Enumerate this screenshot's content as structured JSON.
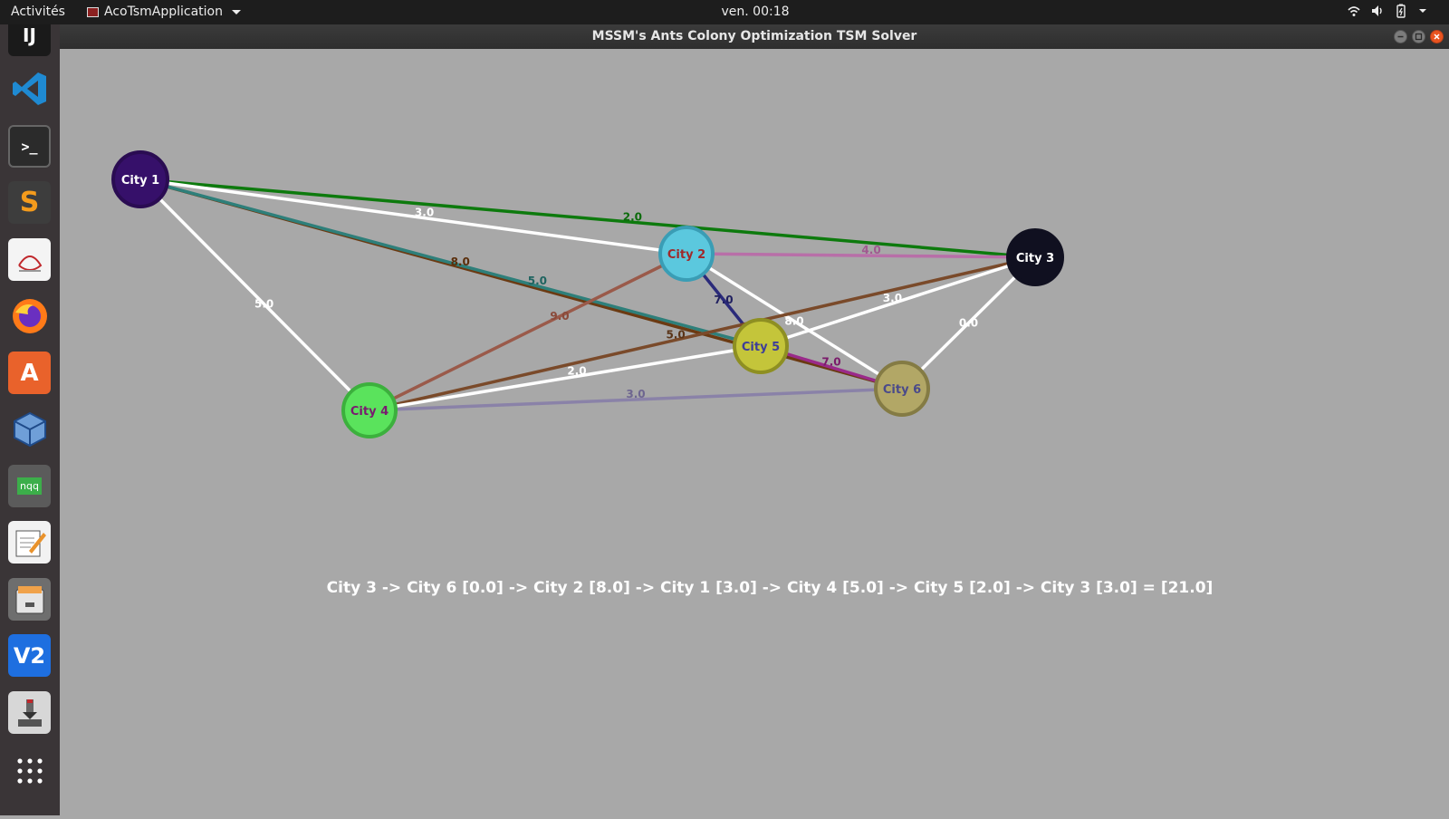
{
  "topbar": {
    "activities": "Activités",
    "app_name": "AcoTsmApplication",
    "clock": "ven. 00:18"
  },
  "window": {
    "title": "MSSM's Ants Colony Optimization TSM Solver"
  },
  "dock": {
    "items": [
      "intellij-icon",
      "vscode-icon",
      "terminal-icon",
      "sublime-text-icon",
      "pdf-viewer-icon",
      "firefox-icon",
      "software-center-icon",
      "virtualbox-icon",
      "notepadqq-icon",
      "text-editor-icon",
      "files-archive-icon",
      "vnc-viewer-icon",
      "usb-creator-icon",
      "show-apps-icon"
    ]
  },
  "graph": {
    "cities": [
      {
        "id": "c1",
        "label": "City 1",
        "fill": "#36106a",
        "stroke": "#2a0c52",
        "text_color": "#ffffff"
      },
      {
        "id": "c2",
        "label": "City 2",
        "fill": "#5bc8de",
        "stroke": "#3a9db5",
        "text_color": "#a0292a"
      },
      {
        "id": "c3",
        "label": "City 3",
        "fill": "#101020",
        "stroke": "#101020",
        "text_color": "#ffffff"
      },
      {
        "id": "c4",
        "label": "City 4",
        "fill": "#5ae35c",
        "stroke": "#3cb03d",
        "text_color": "#7a1a70"
      },
      {
        "id": "c5",
        "label": "City 5",
        "fill": "#c4c53a",
        "stroke": "#8e8f22",
        "text_color": "#3d3d9a"
      },
      {
        "id": "c6",
        "label": "City 6",
        "fill": "#b2a766",
        "stroke": "#847b44",
        "text_color": "#4a4a8a"
      }
    ],
    "edges": [
      {
        "from": "c1",
        "to": "c3",
        "weight": "2.0",
        "color": "#0d7a0d",
        "label_color": "#0b6b0b"
      },
      {
        "from": "c1",
        "to": "c2",
        "weight": "3.0",
        "color": "#ffffff",
        "label_color": "#ffffff"
      },
      {
        "from": "c1",
        "to": "c6",
        "weight": "8.0",
        "color": "#6b3a12",
        "label_color": "#5a2e0a"
      },
      {
        "from": "c1",
        "to": "c5",
        "weight": "5.0",
        "color": "#2e7f7a",
        "label_color": "#1f6460"
      },
      {
        "from": "c1",
        "to": "c4",
        "weight": "5.0",
        "color": "#ffffff",
        "label_color": "#ffffff"
      },
      {
        "from": "c2",
        "to": "c3",
        "weight": "4.0",
        "color": "#b86fa8",
        "label_color": "#a05a90"
      },
      {
        "from": "c2",
        "to": "c4",
        "weight": "9.0",
        "color": "#9a5a4a",
        "label_color": "#8a4a3a"
      },
      {
        "from": "c2",
        "to": "c5",
        "weight": "7.0",
        "color": "#2a2a7a",
        "label_color": "#202060"
      },
      {
        "from": "c2",
        "to": "c6",
        "weight": "8.0",
        "color": "#ffffff",
        "label_color": "#ffffff"
      },
      {
        "from": "c3",
        "to": "c4",
        "weight": "5.0",
        "color": "#7a4a2a",
        "label_color": "#5a3418"
      },
      {
        "from": "c3",
        "to": "c5",
        "weight": "3.0",
        "color": "#ffffff",
        "label_color": "#ffffff"
      },
      {
        "from": "c3",
        "to": "c6",
        "weight": "0.0",
        "color": "#ffffff",
        "label_color": "#ffffff"
      },
      {
        "from": "c4",
        "to": "c5",
        "weight": "2.0",
        "color": "#ffffff",
        "label_color": "#ffffff"
      },
      {
        "from": "c4",
        "to": "c6",
        "weight": "3.0",
        "color": "#8a82a8",
        "label_color": "#6e6690"
      },
      {
        "from": "c5",
        "to": "c6",
        "weight": "7.0",
        "color": "#9a2a8a",
        "label_color": "#7a1a6a"
      }
    ]
  },
  "route": {
    "text": "City 3 -> City 6 [0.0] -> City 2 [8.0] -> City 1 [3.0] -> City 4 [5.0] -> City 5 [2.0] -> City 3 [3.0] = [21.0]"
  }
}
